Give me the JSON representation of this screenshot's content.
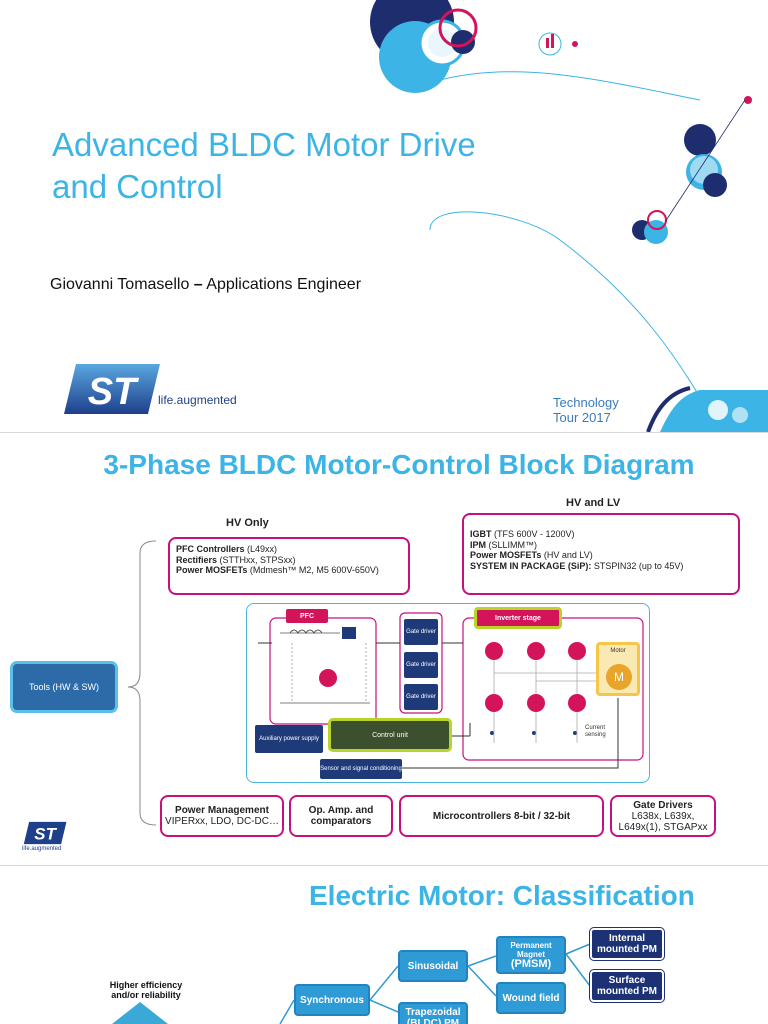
{
  "slide1": {
    "title_line1": "Advanced BLDC Motor Drive",
    "title_line2": "and Control",
    "author_name": "Giovanni Tomasello",
    "author_separator": "–",
    "author_role": "Applications Engineer",
    "tagline": "life.augmented",
    "event_line1": "Technology",
    "event_line2": "Tour 2017",
    "logo_text": "ST"
  },
  "slide2": {
    "title": "3-Phase BLDC Motor-Control Block Diagram",
    "hv_only_label": "HV Only",
    "hv_lv_label": "HV and LV",
    "hv_only_box": [
      {
        "bold": "PFC Controllers",
        "rest": " (L49xx)"
      },
      {
        "bold": "Rectifiers",
        "rest": " (STTHxx, STPSxx)"
      },
      {
        "bold": "Power MOSFETs",
        "rest": " (Mdmesh™ M2, M5 600V-650V)"
      }
    ],
    "hv_lv_box": [
      {
        "bold": "IGBT",
        "rest": " (TFS 600V - 1200V)"
      },
      {
        "bold": "IPM",
        "rest": " (SLLIMM™)"
      },
      {
        "bold": "Power MOSFETs",
        "rest": " (HV and LV)"
      },
      {
        "bold": "SYSTEM IN PACKAGE (SiP):",
        "rest": " STSPIN32 (up to 45V)"
      }
    ],
    "tools_label": "Tools (HW & SW)",
    "pfc_tag": "PFC",
    "inverter_tag": "Inverter stage",
    "gate_driver_label": "Gate driver",
    "aux_power": "Auxiliary power supply",
    "control_unit": "Control unit",
    "sensor_signal": "Sensor and signal conditioning",
    "motor_label": "Motor",
    "motor_symbol": "M",
    "current_sensing": "Current sensing",
    "bottom_boxes": [
      {
        "title": "Power Management",
        "sub": "VIPERxx, LDO, DC-DC…"
      },
      {
        "title": "Op. Amp. and comparators",
        "sub": ""
      },
      {
        "title": "Microcontrollers 8-bit / 32-bit",
        "sub": ""
      },
      {
        "title": "Gate Drivers",
        "sub": "L638x, L639x, L649x(1), STGAPxx"
      }
    ],
    "tagline": "life.augmented"
  },
  "slide3": {
    "title": "Electric Motor: Classification",
    "efficiency_label": "Higher efficiency and/or reliability",
    "nodes": {
      "synchronous": "Synchronous",
      "sinusoidal": "Sinusoidal",
      "trapezoidal": "Trapezoidal (BLDC) PM",
      "pm": "Permanent Magnet",
      "pmsm": "(PMSM)",
      "wound_field": "Wound field",
      "internal_pm": "Internal mounted PM",
      "surface_pm": "Surface mounted PM"
    }
  },
  "colors": {
    "accent_blue": "#3cb4e5",
    "magenta": "#c8107d",
    "st_dark_blue": "#1e3f8a",
    "node_light": "#2f9bd6",
    "node_dark": "#1d3275"
  }
}
